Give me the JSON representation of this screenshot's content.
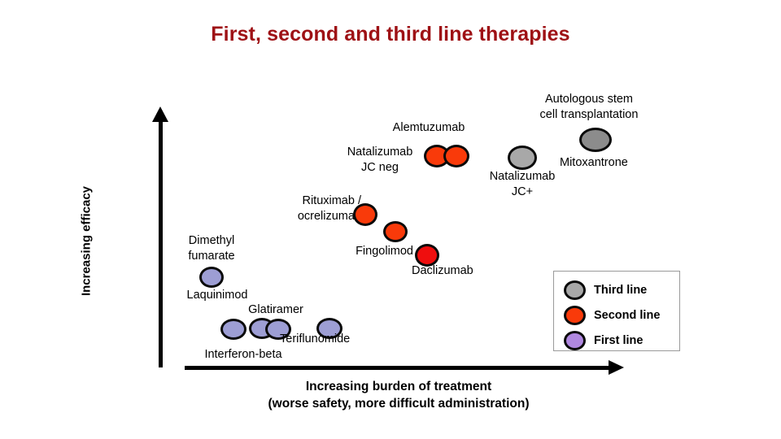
{
  "slide": {
    "title": "First, second and third line therapies",
    "title_color": "#9E1115",
    "background": "#ffffff"
  },
  "axes": {
    "y_label": "Increasing efficacy",
    "x_label_line1": "Increasing burden of treatment",
    "x_label_line2": "(worse safety, more difficult administration)"
  },
  "colors": {
    "third_line": "#A8A8A8",
    "second_line": "#F93A0A",
    "second_line_alt": "#EF0E0E",
    "first_line": "#9D9ED4",
    "outline": "#0a0a0a"
  },
  "legend": {
    "items": [
      {
        "label": "Third line",
        "color": "#A8A8A8"
      },
      {
        "label": "Second line",
        "color": "#F93A0A"
      },
      {
        "label": "First line",
        "color": "#B088E0"
      }
    ]
  },
  "therapies": [
    {
      "name": "Autologous stem\ncell transplantation",
      "line": "third",
      "color": "#8C8C8C"
    },
    {
      "name": "Mitoxantrone",
      "line": "third",
      "color": "#8C8C8C"
    },
    {
      "name": "Alemtuzumab",
      "line": "second",
      "color": "#F93A0A"
    },
    {
      "name": "Natalizumab\nJC neg",
      "line": "second",
      "color": "#F93A0A"
    },
    {
      "name": "Natalizumab\nJC+",
      "line": "third",
      "color": "#A8A8A8"
    },
    {
      "name": "Rituximab /\nocrelizumab",
      "line": "second",
      "color": "#F93A0A"
    },
    {
      "name": "Fingolimod",
      "line": "second",
      "color": "#F93A0A"
    },
    {
      "name": "Daclizumab",
      "line": "second",
      "color": "#EF0E0E"
    },
    {
      "name": "Dimethyl\nfumarate",
      "line": "first",
      "color": "#9D9ED4"
    },
    {
      "name": "Laquinimod",
      "line": "first",
      "color": "#9D9ED4"
    },
    {
      "name": "Glatiramer",
      "line": "first",
      "color": "#9D9ED4"
    },
    {
      "name": "Interferon-beta",
      "line": "first",
      "color": "#9D9ED4"
    },
    {
      "name": "Teriflunomide",
      "line": "first",
      "color": "#9D9ED4"
    }
  ],
  "labels": {
    "autologous": "Autologous stem\ncell transplantation",
    "mitoxantrone": "Mitoxantrone",
    "alemtuzumab": "Alemtuzumab",
    "natalizumab_jcneg": "Natalizumab\nJC neg",
    "natalizumab_jcpos": "Natalizumab\nJC+",
    "rituximab": "Rituximab /\nocrelizumab",
    "fingolimod": "Fingolimod",
    "daclizumab": "Daclizumab",
    "dimethyl": "Dimethyl\nfumarate",
    "laquinimod": "Laquinimod",
    "glatiramer": "Glatiramer",
    "interferon": "Interferon-beta",
    "teriflunomide": "Teriflunomide"
  },
  "chart_data": {
    "type": "scatter",
    "title": "First, second and third line therapies",
    "xlabel": "Increasing burden of treatment (worse safety, more difficult administration)",
    "ylabel": "Increasing efficacy",
    "grid": false,
    "legend_position": "bottom-right",
    "series": [
      {
        "name": "First line",
        "color": "#9D9ED4",
        "points": [
          {
            "label": "Dimethyl fumarate",
            "x": 0.08,
            "y": 0.36
          },
          {
            "label": "Laquinimod",
            "x": 0.13,
            "y": 0.18
          },
          {
            "label": "Interferon-beta",
            "x": 0.21,
            "y": 0.18
          },
          {
            "label": "Glatiramer",
            "x": 0.26,
            "y": 0.18
          },
          {
            "label": "Teriflunomide",
            "x": 0.34,
            "y": 0.18
          }
        ]
      },
      {
        "name": "Second line",
        "color": "#F93A0A",
        "points": [
          {
            "label": "Rituximab / ocrelizumab",
            "x": 0.4,
            "y": 0.64
          },
          {
            "label": "Fingolimod",
            "x": 0.47,
            "y": 0.56
          },
          {
            "label": "Daclizumab",
            "x": 0.54,
            "y": 0.48
          },
          {
            "label": "Natalizumab JC neg",
            "x": 0.58,
            "y": 0.84
          },
          {
            "label": "Alemtuzumab",
            "x": 0.63,
            "y": 0.84
          }
        ]
      },
      {
        "name": "Third line",
        "color": "#A8A8A8",
        "points": [
          {
            "label": "Natalizumab JC+",
            "x": 0.76,
            "y": 0.84
          },
          {
            "label": "Autologous stem cell transplantation",
            "x": 0.92,
            "y": 0.93
          },
          {
            "label": "Mitoxantrone",
            "x": 0.92,
            "y": 0.93
          }
        ]
      }
    ]
  }
}
